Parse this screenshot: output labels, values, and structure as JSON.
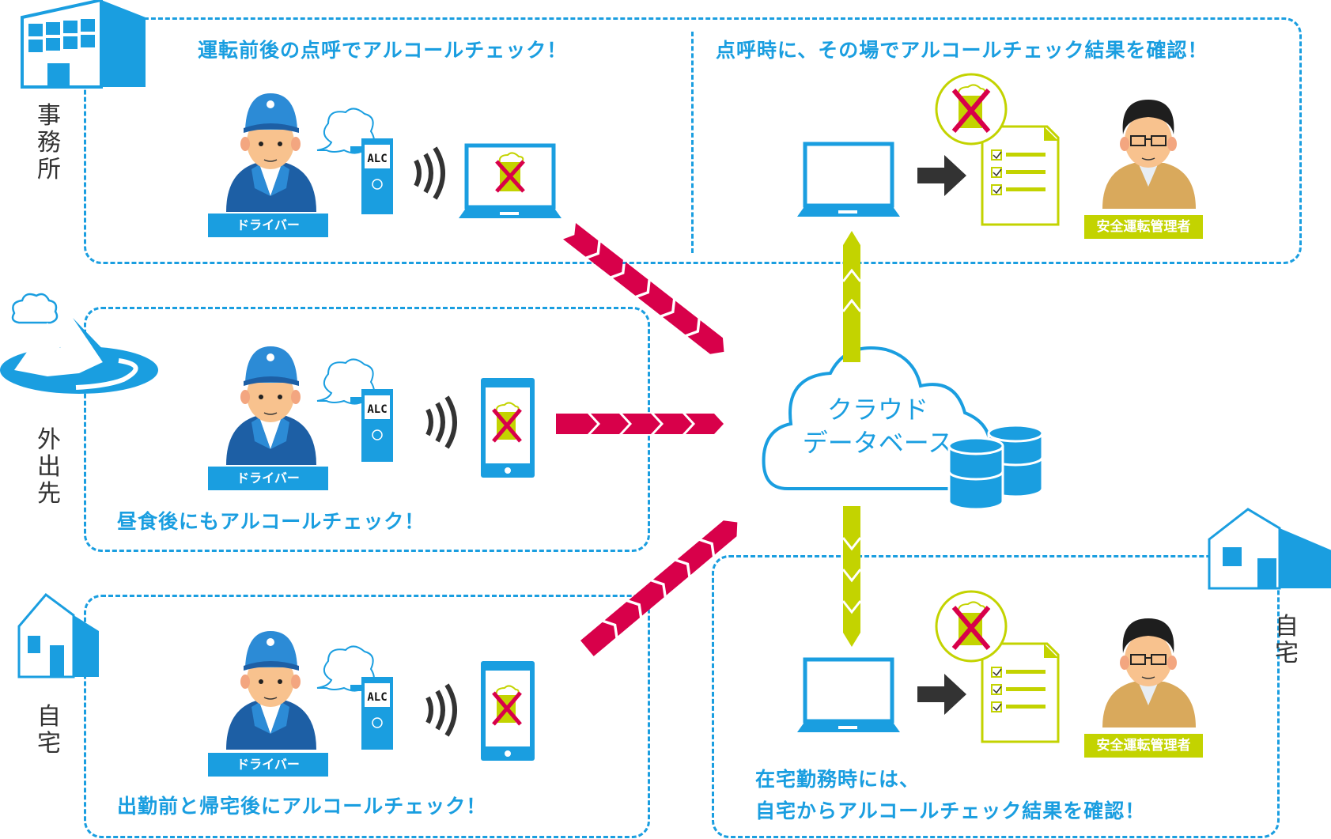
{
  "locations": {
    "office": "事務所",
    "outside": "外出先",
    "home_left": "自宅",
    "home_right": "自宅"
  },
  "panels": {
    "office_driver": {
      "heading": "運転前後の点呼でアルコールチェック！",
      "role": "ドライバー",
      "device": "laptop"
    },
    "office_manager": {
      "heading": "点呼時に、その場でアルコールチェック結果を確認！",
      "role": "安全運転管理者"
    },
    "outside_driver": {
      "heading": "昼食後にもアルコールチェック！",
      "role": "ドライバー",
      "device": "smartphone"
    },
    "home_driver": {
      "heading": "出勤前と帰宅後にアルコールチェック！",
      "role": "ドライバー",
      "device": "smartphone"
    },
    "home_manager": {
      "heading_line1": "在宅勤務時には、",
      "heading_line2": "自宅からアルコールチェック結果を確認！",
      "role": "安全運転管理者"
    }
  },
  "device_screen_text": "ALC",
  "cloud": {
    "line1": "クラウド",
    "line2": "データベース"
  },
  "colors": {
    "primary_blue": "#1a9ee0",
    "upload_arrow_red": "#d8004a",
    "download_arrow_green": "#c3d300",
    "text_dark": "#333333"
  }
}
